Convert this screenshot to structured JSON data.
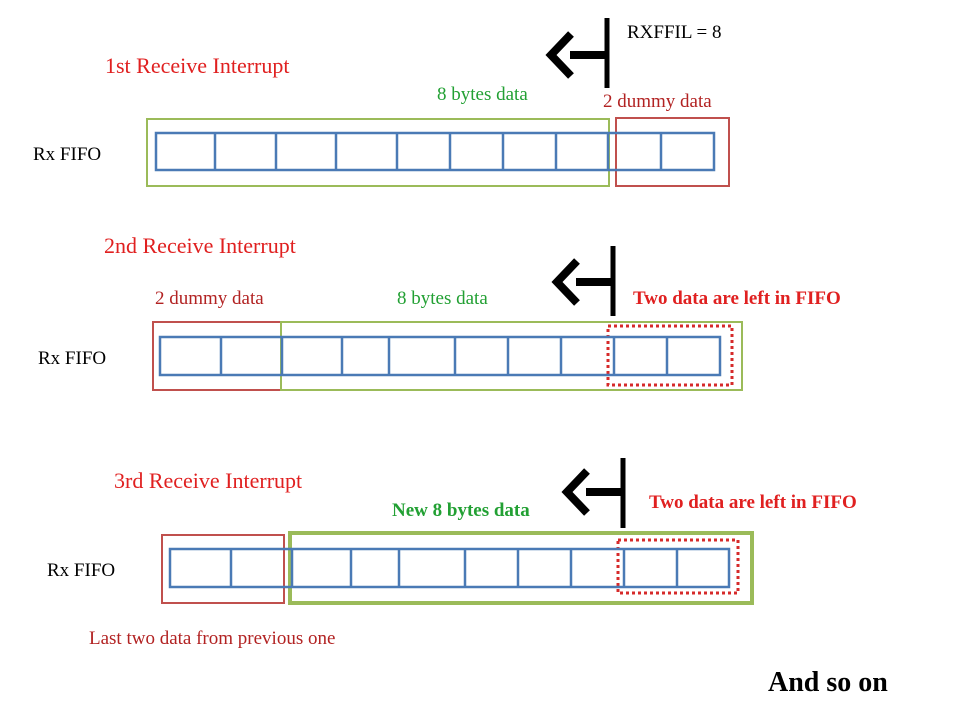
{
  "colors": {
    "title_red": "#e02020",
    "green": "#22a033",
    "dark_red": "#b22222",
    "cell_blue": "#4a7ab5",
    "green_frame": "#9bbb59",
    "red_frame": "#c0504d",
    "dotted_red": "#d62a2a",
    "black": "#000000"
  },
  "threshold": {
    "label": "RXFFIL = 8"
  },
  "panels": [
    {
      "title": "1st Receive Interrupt",
      "fifo_label": "Rx FIFO",
      "green_label": "8 bytes data",
      "red_label": "2 dummy data"
    },
    {
      "title": "2nd Receive Interrupt",
      "fifo_label": "Rx FIFO",
      "red_label": "2 dummy data",
      "green_label": "8 bytes data",
      "left_note": "Two data are left in FIFO"
    },
    {
      "title": "3rd Receive Interrupt",
      "fifo_label": "Rx FIFO",
      "green_label": "New 8 bytes data",
      "left_note": "Two data are left in FIFO",
      "bottom_note": "Last two data from previous one"
    }
  ],
  "footer": {
    "text": "And so on"
  }
}
